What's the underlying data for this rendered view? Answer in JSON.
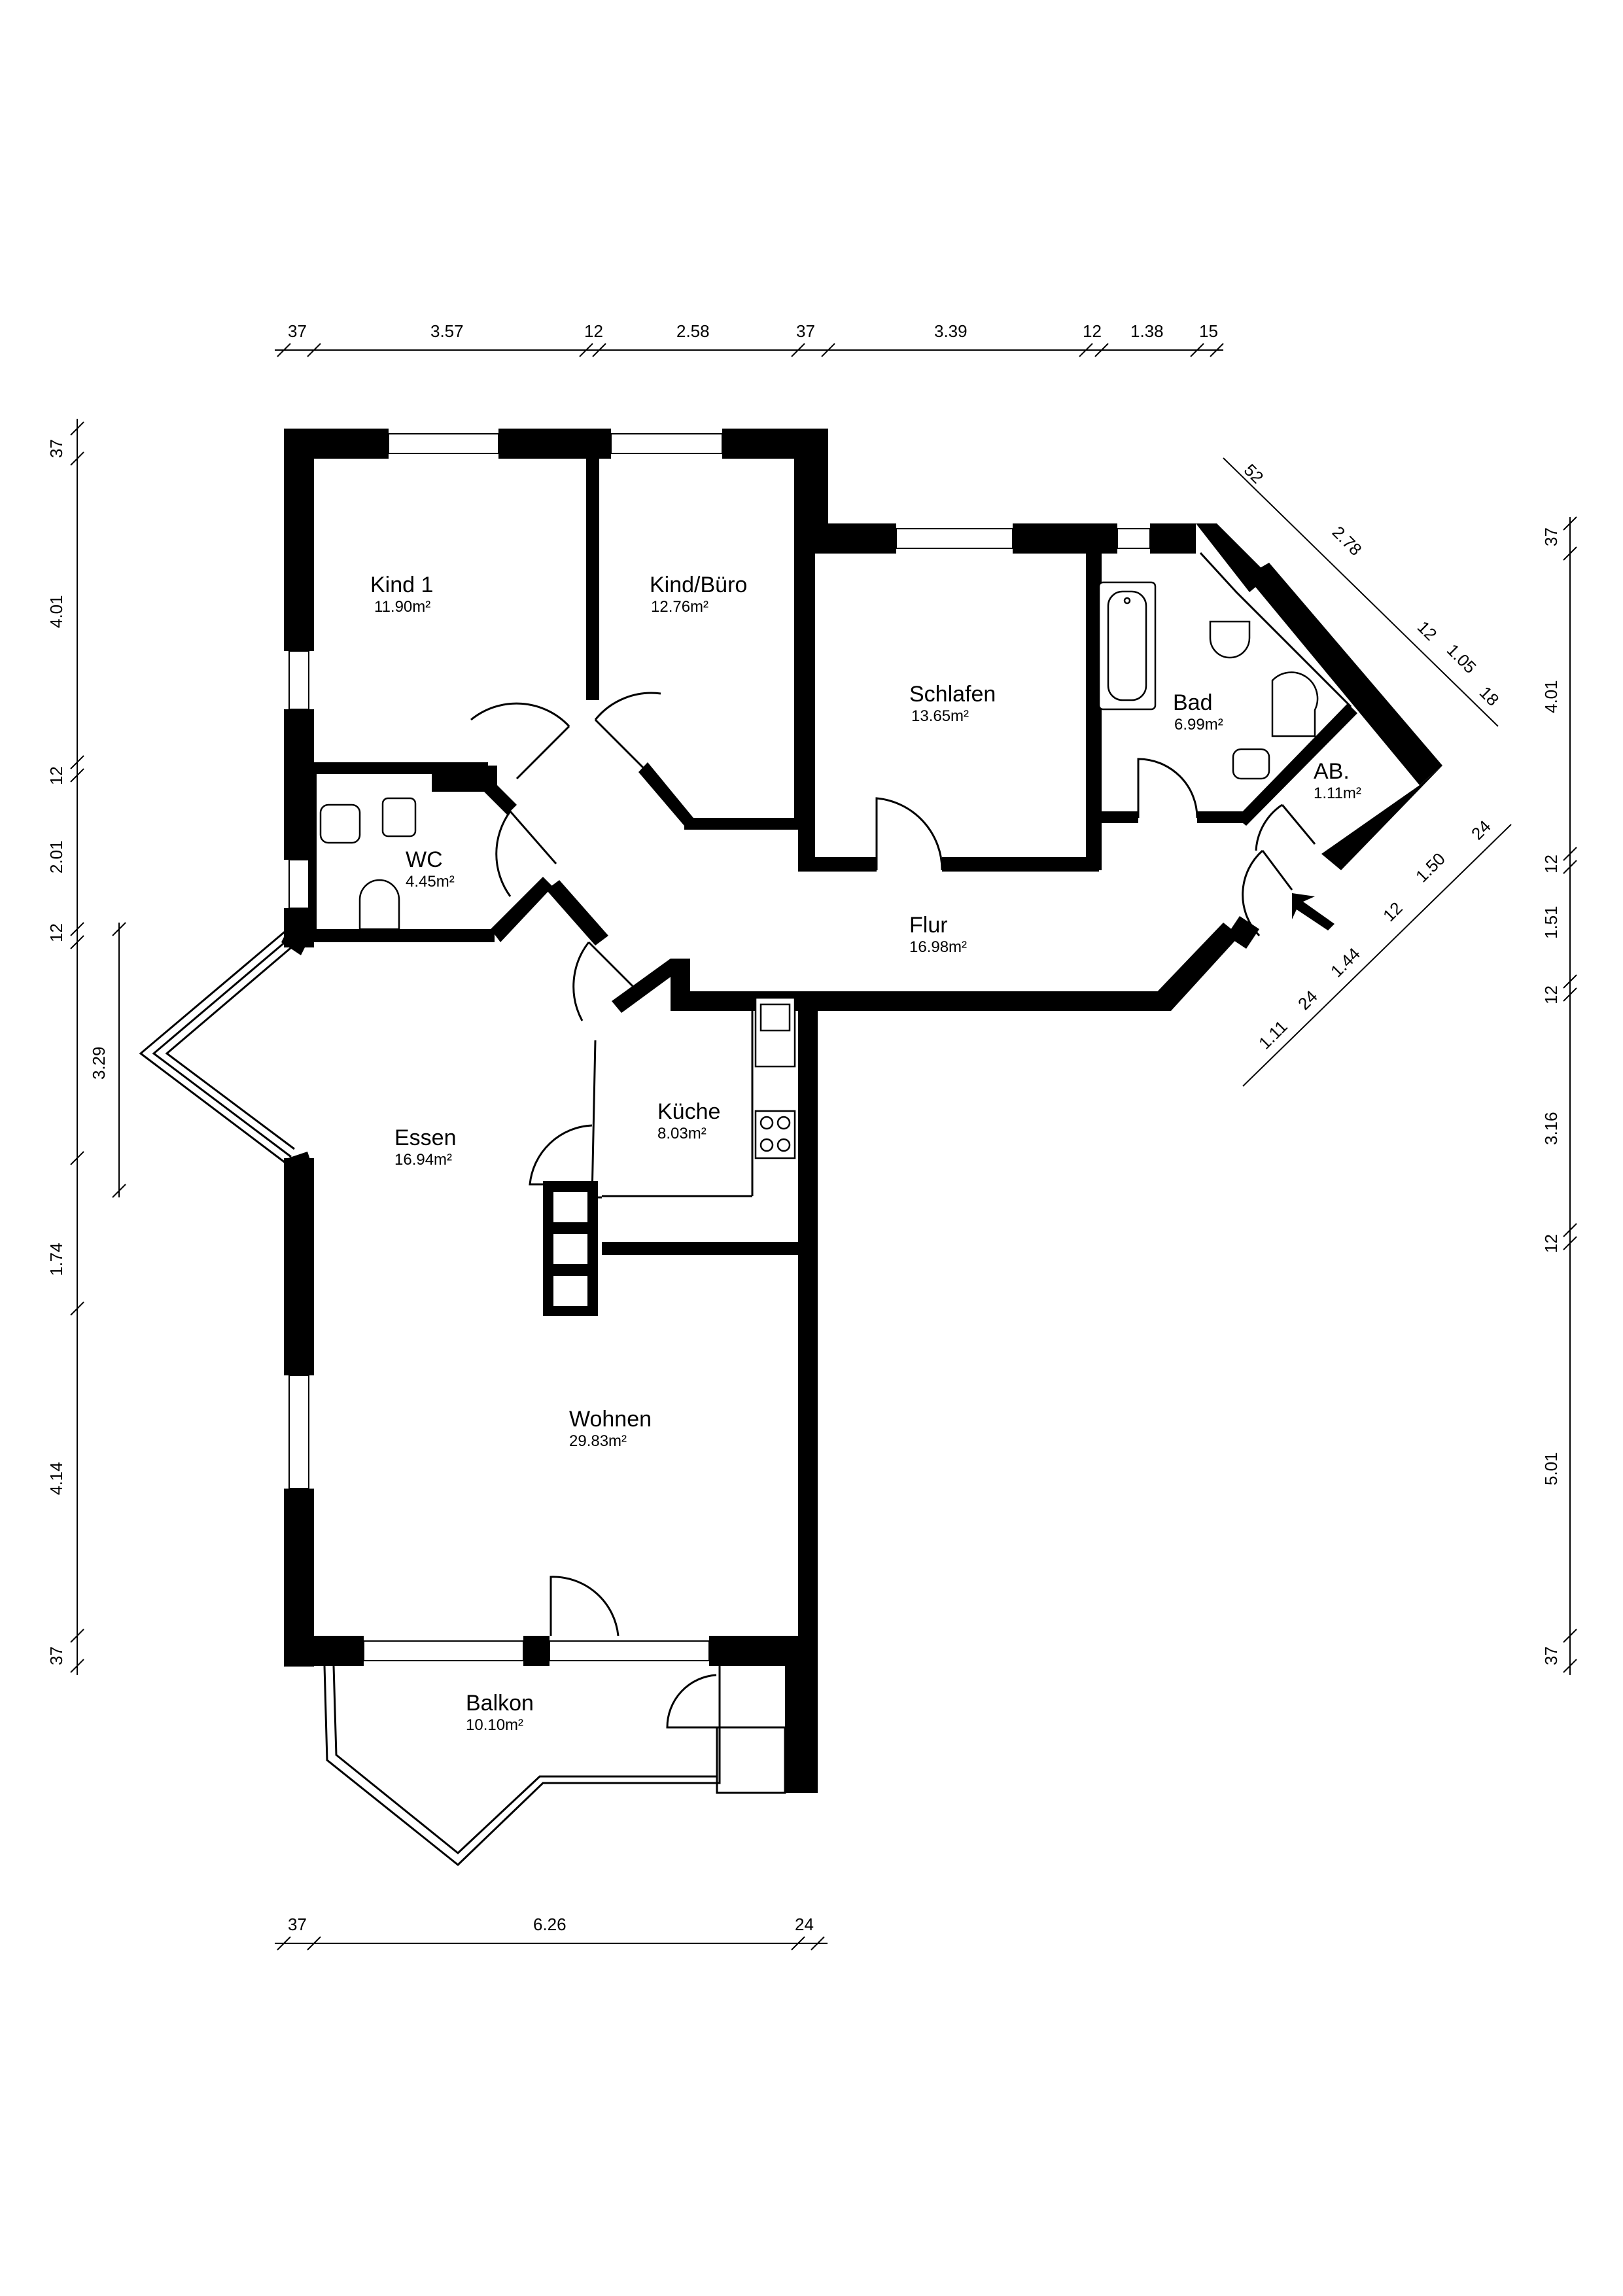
{
  "rooms": [
    {
      "name": "Kind 1",
      "area": "11.90m²"
    },
    {
      "name": "Kind/Büro",
      "area": "12.76m²"
    },
    {
      "name": "Schlafen",
      "area": "13.65m²"
    },
    {
      "name": "Bad",
      "area": "6.99m²"
    },
    {
      "name": "AB.",
      "area": "1.11m²"
    },
    {
      "name": "WC",
      "area": "4.45m²"
    },
    {
      "name": "Flur",
      "area": "16.98m²"
    },
    {
      "name": "Küche",
      "area": "8.03m²"
    },
    {
      "name": "Essen",
      "area": "16.94m²"
    },
    {
      "name": "Wohnen",
      "area": "29.83m²"
    },
    {
      "name": "Balkon",
      "area": "10.10m²"
    }
  ],
  "dimensions": {
    "top": [
      "37",
      "3.57",
      "12",
      "2.58",
      "37",
      "3.39",
      "12",
      "1.38",
      "15"
    ],
    "bottom": [
      "37",
      "6.26",
      "24"
    ],
    "left": [
      "37",
      "4.01",
      "12",
      "2.01",
      "12",
      "3.29",
      "1.74",
      "4.14",
      "37"
    ],
    "right": [
      "37",
      "4.01",
      "12",
      "1.51",
      "12",
      "3.16",
      "12",
      "5.01",
      "37"
    ],
    "diag_upper": [
      "52",
      "2.78",
      "12",
      "1.05",
      "18"
    ],
    "diag_lower": [
      "1.11",
      "24",
      "1.44",
      "12",
      "1.50",
      "24"
    ]
  }
}
